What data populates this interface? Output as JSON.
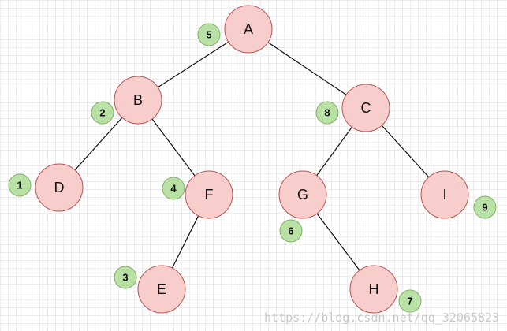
{
  "tree": {
    "nodes": [
      {
        "id": "A",
        "label": "A",
        "order": "5"
      },
      {
        "id": "B",
        "label": "B",
        "order": "2"
      },
      {
        "id": "C",
        "label": "C",
        "order": "8"
      },
      {
        "id": "D",
        "label": "D",
        "order": "1"
      },
      {
        "id": "F",
        "label": "F",
        "order": "4"
      },
      {
        "id": "G",
        "label": "G",
        "order": "6"
      },
      {
        "id": "I",
        "label": "I",
        "order": "9"
      },
      {
        "id": "E",
        "label": "E",
        "order": "3"
      },
      {
        "id": "H",
        "label": "H",
        "order": "7"
      }
    ],
    "edges": [
      {
        "from": "A",
        "to": "B"
      },
      {
        "from": "A",
        "to": "C"
      },
      {
        "from": "B",
        "to": "D"
      },
      {
        "from": "B",
        "to": "F"
      },
      {
        "from": "F",
        "to": "E"
      },
      {
        "from": "C",
        "to": "G"
      },
      {
        "from": "C",
        "to": "I"
      },
      {
        "from": "G",
        "to": "H"
      }
    ]
  },
  "colors": {
    "node_fill": "#f8cecc",
    "node_stroke": "#b85450",
    "badge_fill": "#b9e0a5",
    "badge_stroke": "#82b366",
    "edge": "#111111"
  },
  "watermark": "https://blog.csdn.net/qq_32065823"
}
